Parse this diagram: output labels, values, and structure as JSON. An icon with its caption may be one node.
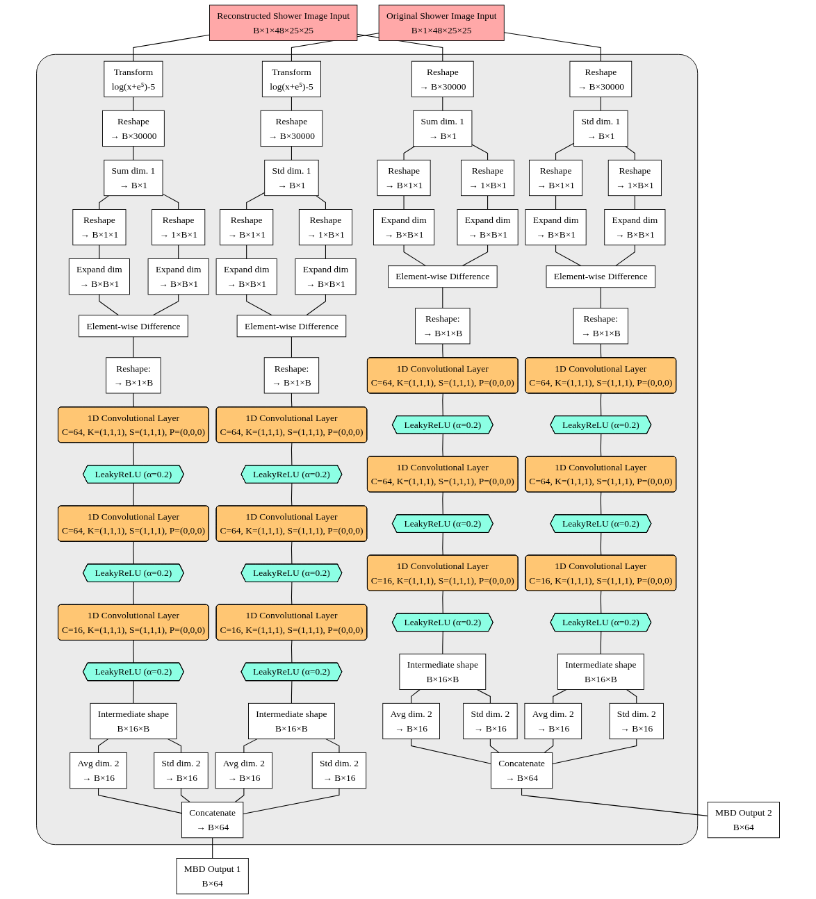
{
  "diagram": {
    "nodes": [
      {
        "text": [
          "Reconstructed Shower Image Input",
          "B×1×48×25×25"
        ]
      },
      {
        "text": [
          "Original Shower Image Input",
          "B×1×48×25×25"
        ]
      },
      {
        "text": [],
        "shape": "box"
      },
      {
        "text": [
          "Transform",
          "log(x+e⁵)-5"
        ],
        "in": 2
      },
      {
        "text": [
          "Reshape",
          "→ B×30000"
        ],
        "in": 2
      },
      {
        "text": [
          "Sum dim. 1",
          "→ B×1"
        ],
        "in": 2
      },
      {
        "text": [
          "Reshape",
          "→ B×1×1"
        ],
        "in": 2
      },
      {
        "text": [
          "Reshape",
          "→ 1×B×1"
        ],
        "in": 2
      },
      {
        "text": [
          "Expand dim",
          "→ B×B×1"
        ],
        "in": 2
      },
      {
        "text": [
          "Expand dim",
          "→ B×B×1"
        ],
        "in": 2
      },
      {
        "text": [
          "Element-wise Difference"
        ],
        "in": 2
      },
      {
        "text": [
          "Reshape:",
          "→ B×1×B"
        ],
        "in": 2
      },
      {
        "text": [
          "1D Convolutional Layer",
          "C=64, K=(1,1,1), S=(1,1,1), P=(0,0,0)"
        ],
        "in": 2
      },
      {
        "text": [
          "LeakyReLU (α=0.2)"
        ],
        "in": 2
      },
      {
        "text": [
          "1D Convolutional Layer",
          "C=64, K=(1,1,1), S=(1,1,1), P=(0,0,0)"
        ],
        "in": 2
      },
      {
        "text": [
          "LeakyReLU (α=0.2)"
        ],
        "in": 2
      },
      {
        "text": [
          "1D Convolutional Layer",
          "C=16, K=(1,1,1), S=(1,1,1), P=(0,0,0)"
        ],
        "in": 2
      },
      {
        "text": [
          "LeakyReLU (α=0.2)"
        ],
        "in": 2
      },
      {
        "text": [
          "Intermediate shape",
          "B×16×B"
        ],
        "in": 2
      },
      {
        "text": [
          "Avg dim. 2",
          "→ B×16"
        ],
        "in": 2
      },
      {
        "text": [
          "Std dim. 2",
          "→ B×16"
        ],
        "in": 2
      },
      {
        "text": [
          "Transform",
          "log(x+e⁵)-5"
        ],
        "in": 2
      },
      {
        "text": [
          "Reshape",
          "→ B×30000"
        ],
        "in": 2
      },
      {
        "text": [
          "Std dim. 1",
          "→ B×1"
        ],
        "in": 2
      },
      {
        "text": [
          "Reshape",
          "→ B×1×1"
        ],
        "in": 2
      },
      {
        "text": [
          "Reshape",
          "→ 1×B×1"
        ],
        "in": 2
      },
      {
        "text": [
          "Expand dim",
          "→ B×B×1"
        ],
        "in": 2
      },
      {
        "text": [
          "Expand dim",
          "→ B×B×1"
        ],
        "in": 2
      },
      {
        "text": [
          "Element-wise Difference"
        ],
        "in": 2
      },
      {
        "text": [
          "Reshape:",
          "→ B×1×B"
        ],
        "in": 2
      },
      {
        "text": [
          "1D Convolutional Layer",
          "C=64, K=(1,1,1), S=(1,1,1), P=(0,0,0)"
        ],
        "in": 2
      },
      {
        "text": [
          "LeakyReLU (α=0.2)"
        ],
        "in": 2
      },
      {
        "text": [
          "1D Convolutional Layer",
          "C=64, K=(1,1,1), S=(1,1,1), P=(0,0,0)"
        ],
        "in": 2
      },
      {
        "text": [
          "LeakyReLU (α=0.2)"
        ],
        "in": 2
      },
      {
        "text": [
          "1D Convolutional Layer",
          "C=16, K=(1,1,1), S=(1,1,1), P=(0,0,0)"
        ],
        "in": 2
      },
      {
        "text": [
          "LeakyReLU (α=0.2)"
        ],
        "in": 2
      },
      {
        "text": [
          "Intermediate shape",
          "B×16×B"
        ],
        "in": 2
      },
      {
        "text": [
          "Avg dim. 2",
          "→ B×16"
        ],
        "in": 2
      },
      {
        "text": [
          "Std dim. 2",
          "→ B×16"
        ],
        "in": 2
      },
      {
        "text": [
          "Reshape",
          "→ B×30000"
        ],
        "in": 2
      },
      {
        "text": [
          "Sum dim. 1",
          "→ B×1"
        ],
        "in": 2
      },
      {
        "text": [
          "Reshape",
          "→ B×1×1"
        ],
        "in": 2
      },
      {
        "text": [
          "Reshape",
          "→ 1×B×1"
        ],
        "in": 2
      },
      {
        "text": [
          "Expand dim",
          "→ B×B×1"
        ],
        "in": 2
      },
      {
        "text": [
          "Expand dim",
          "→ B×B×1"
        ],
        "in": 2
      },
      {
        "text": [
          "Element-wise Difference"
        ],
        "in": 2
      },
      {
        "text": [
          "Reshape:",
          "→ B×1×B"
        ],
        "in": 2
      },
      {
        "text": [
          "1D Convolutional Layer",
          "C=64, K=(1,1,1), S=(1,1,1), P=(0,0,0)"
        ],
        "in": 2
      },
      {
        "text": [
          "LeakyReLU (α=0.2)"
        ],
        "in": 2
      },
      {
        "text": [
          "1D Convolutional Layer",
          "C=64, K=(1,1,1), S=(1,1,1), P=(0,0,0)"
        ],
        "in": 2
      },
      {
        "text": [
          "LeakyReLU (α=0.2)"
        ],
        "in": 2
      },
      {
        "text": [
          "1D Convolutional Layer",
          "C=16, K=(1,1,1), S=(1,1,1), P=(0,0,0)"
        ],
        "in": 2
      },
      {
        "text": [
          "LeakyReLU (α=0.2)"
        ],
        "in": 2
      },
      {
        "text": [
          "Intermediate shape",
          "B×16×B"
        ],
        "in": 2
      },
      {
        "text": [
          "Avg dim. 2",
          "→ B×16"
        ],
        "in": 2
      },
      {
        "text": [
          "Std dim. 2",
          "→ B×16"
        ],
        "in": 2
      },
      {
        "text": [
          "Reshape",
          "→ B×30000"
        ],
        "in": 2
      },
      {
        "text": [
          "Std dim. 1",
          "→ B×1"
        ],
        "in": 2
      },
      {
        "text": [
          "Reshape",
          "→ B×1×1"
        ],
        "in": 2
      },
      {
        "text": [
          "Reshape",
          "→ 1×B×1"
        ],
        "in": 2
      },
      {
        "text": [
          "Expand dim",
          "→ B×B×1"
        ],
        "in": 2
      },
      {
        "text": [
          "Expand dim",
          "→ B×B×1"
        ],
        "in": 2
      },
      {
        "text": [
          "Element-wise Difference"
        ],
        "in": 2
      },
      {
        "text": [
          "Reshape:",
          "→ B×1×B"
        ],
        "in": 2
      },
      {
        "text": [
          "1D Convolutional Layer",
          "C=64, K=(1,1,1), S=(1,1,1), P=(0,0,0)"
        ],
        "in": 2
      },
      {
        "text": [
          "LeakyReLU (α=0.2)"
        ],
        "in": 2
      },
      {
        "text": [
          "1D Convolutional Layer",
          "C=64, K=(1,1,1), S=(1,1,1), P=(0,0,0)"
        ],
        "in": 2
      },
      {
        "text": [
          "LeakyReLU (α=0.2)"
        ],
        "in": 2
      },
      {
        "text": [
          "1D Convolutional Layer",
          "C=16, K=(1,1,1), S=(1,1,1), P=(0,0,0)"
        ],
        "in": 2
      },
      {
        "text": [
          "LeakyReLU (α=0.2)"
        ],
        "in": 2
      },
      {
        "text": [
          "Intermediate shape",
          "B×16×B"
        ],
        "in": 2
      },
      {
        "text": [
          "Avg dim. 2",
          "→ B×16"
        ],
        "in": 2
      },
      {
        "text": [
          "Std dim. 2",
          "→ B×16"
        ],
        "in": 2
      },
      {
        "text": [
          "Concatenate",
          "→ B×64"
        ],
        "in": 2
      },
      {
        "text": [
          "Concatenate",
          "→ B×64"
        ],
        "in": 2
      },
      {
        "text": [
          "MBD Output 1",
          "B×64"
        ]
      },
      {
        "text": [
          "MBD Output 2",
          "B×64"
        ]
      }
    ],
    "edges": [
      {
        "from": 0,
        "to": 3,
        "arrow": "none"
      },
      {
        "from": 0,
        "to": 39,
        "arrow": "none"
      },
      {
        "from": 1,
        "to": 21,
        "arrow": "none"
      },
      {
        "from": 1,
        "to": 56,
        "arrow": "none"
      },
      {
        "from": 3,
        "to": 4,
        "arrow": "none"
      },
      {
        "from": 4,
        "to": 5,
        "arrow": "none"
      },
      {
        "from": 5,
        "to": 6,
        "arrow": "none"
      },
      {
        "from": 5,
        "to": 7,
        "arrow": "none"
      },
      {
        "from": 6,
        "to": 8,
        "arrow": "none"
      },
      {
        "from": 7,
        "to": 9,
        "arrow": "none"
      },
      {
        "from": 8,
        "to": 10,
        "arrow": "none"
      },
      {
        "from": 9,
        "to": 10,
        "arrow": "none"
      },
      {
        "from": 10,
        "to": 11,
        "arrow": "none"
      },
      {
        "from": 11,
        "to": 12,
        "arrow": "none"
      },
      {
        "from": 12,
        "to": 13,
        "arrow": "none"
      },
      {
        "from": 13,
        "to": 14,
        "arrow": "none"
      },
      {
        "from": 14,
        "to": 15,
        "arrow": "none"
      },
      {
        "from": 15,
        "to": 16,
        "arrow": "none"
      },
      {
        "from": 16,
        "to": 17,
        "arrow": "none"
      },
      {
        "from": 17,
        "to": 18,
        "arrow": "none"
      },
      {
        "from": 18,
        "to": 19,
        "arrow": "none"
      },
      {
        "from": 18,
        "to": 20,
        "arrow": "none"
      },
      {
        "from": 19,
        "to": 73,
        "arrow": "none"
      },
      {
        "from": 20,
        "to": 73,
        "arrow": "none"
      },
      {
        "from": 21,
        "to": 22,
        "arrow": "none"
      },
      {
        "from": 22,
        "to": 23,
        "arrow": "none"
      },
      {
        "from": 23,
        "to": 24,
        "arrow": "none"
      },
      {
        "from": 23,
        "to": 25,
        "arrow": "none"
      },
      {
        "from": 24,
        "to": 26,
        "arrow": "none"
      },
      {
        "from": 25,
        "to": 27,
        "arrow": "none"
      },
      {
        "from": 26,
        "to": 28,
        "arrow": "none"
      },
      {
        "from": 27,
        "to": 28,
        "arrow": "none"
      },
      {
        "from": 28,
        "to": 29,
        "arrow": "none"
      },
      {
        "from": 29,
        "to": 30,
        "arrow": "none"
      },
      {
        "from": 30,
        "to": 31,
        "arrow": "none"
      },
      {
        "from": 31,
        "to": 32,
        "arrow": "none"
      },
      {
        "from": 32,
        "to": 33,
        "arrow": "none"
      },
      {
        "from": 33,
        "to": 34,
        "arrow": "none"
      },
      {
        "from": 34,
        "to": 35,
        "arrow": "none"
      },
      {
        "from": 35,
        "to": 36,
        "arrow": "none"
      },
      {
        "from": 36,
        "to": 37,
        "arrow": "none"
      },
      {
        "from": 36,
        "to": 38,
        "arrow": "none"
      },
      {
        "from": 37,
        "to": 73,
        "arrow": "none"
      },
      {
        "from": 38,
        "to": 73,
        "arrow": "none"
      },
      {
        "from": 39,
        "to": 40,
        "arrow": "none"
      },
      {
        "from": 40,
        "to": 41,
        "arrow": "none"
      },
      {
        "from": 40,
        "to": 42,
        "arrow": "none"
      },
      {
        "from": 41,
        "to": 43,
        "arrow": "none"
      },
      {
        "from": 42,
        "to": 44,
        "arrow": "none"
      },
      {
        "from": 43,
        "to": 45,
        "arrow": "none"
      },
      {
        "from": 44,
        "to": 45,
        "arrow": "none"
      },
      {
        "from": 45,
        "to": 46,
        "arrow": "none"
      },
      {
        "from": 46,
        "to": 47,
        "arrow": "none"
      },
      {
        "from": 47,
        "to": 48,
        "arrow": "none"
      },
      {
        "from": 48,
        "to": 49,
        "arrow": "none"
      },
      {
        "from": 49,
        "to": 50,
        "arrow": "none"
      },
      {
        "from": 50,
        "to": 51,
        "arrow": "none"
      },
      {
        "from": 51,
        "to": 52,
        "arrow": "none"
      },
      {
        "from": 52,
        "to": 53,
        "arrow": "none"
      },
      {
        "from": 53,
        "to": 54,
        "arrow": "none"
      },
      {
        "from": 53,
        "to": 55,
        "arrow": "none"
      },
      {
        "from": 54,
        "to": 74,
        "arrow": "none"
      },
      {
        "from": 55,
        "to": 74,
        "arrow": "none"
      },
      {
        "from": 56,
        "to": 57,
        "arrow": "none"
      },
      {
        "from": 57,
        "to": 58,
        "arrow": "none"
      },
      {
        "from": 57,
        "to": 59,
        "arrow": "none"
      },
      {
        "from": 58,
        "to": 60,
        "arrow": "none"
      },
      {
        "from": 59,
        "to": 61,
        "arrow": "none"
      },
      {
        "from": 60,
        "to": 62,
        "arrow": "none"
      },
      {
        "from": 61,
        "to": 62,
        "arrow": "none"
      },
      {
        "from": 62,
        "to": 63,
        "arrow": "none"
      },
      {
        "from": 63,
        "to": 64,
        "arrow": "none"
      },
      {
        "from": 64,
        "to": 65,
        "arrow": "none"
      },
      {
        "from": 65,
        "to": 66,
        "arrow": "none"
      },
      {
        "from": 66,
        "to": 67,
        "arrow": "none"
      },
      {
        "from": 67,
        "to": 68,
        "arrow": "none"
      },
      {
        "from": 68,
        "to": 69,
        "arrow": "none"
      },
      {
        "from": 69,
        "to": 70,
        "arrow": "none"
      },
      {
        "from": 70,
        "to": 71,
        "arrow": "none"
      },
      {
        "from": 70,
        "to": 72,
        "arrow": "none"
      },
      {
        "from": 71,
        "to": 74,
        "arrow": "none"
      },
      {
        "from": 72,
        "to": 74,
        "arrow": "none"
      },
      {
        "from": 73,
        "to": 75,
        "arrow": "none"
      },
      {
        "from": 74,
        "to": 76,
        "arrow": "none"
      }
    ]
  }
}
